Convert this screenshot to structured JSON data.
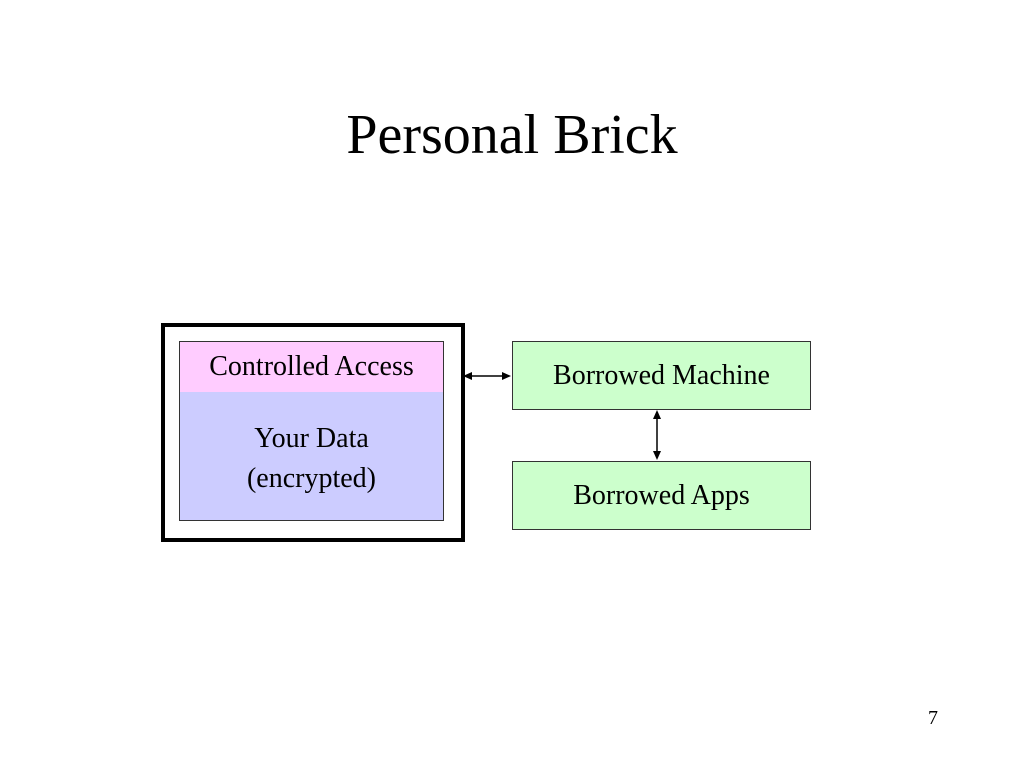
{
  "slide": {
    "title": "Personal Brick",
    "page_number": "7"
  },
  "diagram": {
    "controlled_access": "Controlled Access",
    "your_data_line1": "Your Data",
    "your_data_line2": "(encrypted)",
    "borrowed_machine": "Borrowed Machine",
    "borrowed_apps": "Borrowed Apps"
  },
  "colors": {
    "controlled_access_fill": "#ffccff",
    "your_data_fill": "#ccccff",
    "borrowed_fill": "#ccffcc"
  }
}
